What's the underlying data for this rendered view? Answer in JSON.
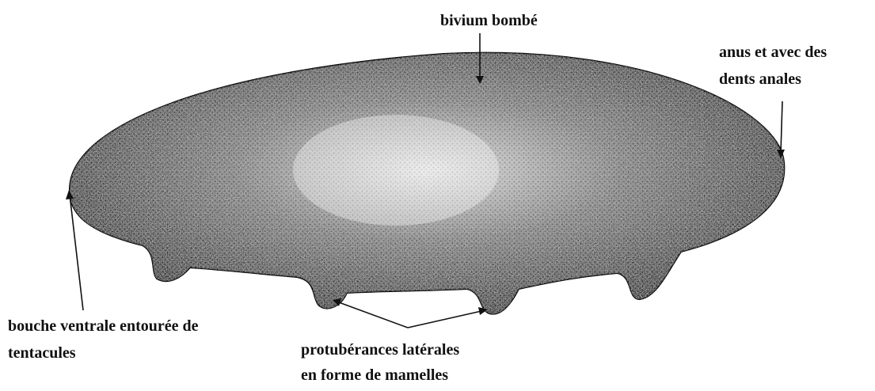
{
  "labels": {
    "bivium": "bivium bombé",
    "anus_line1": "anus et avec des",
    "anus_line2": "dents anales",
    "bouche_line1": "bouche ventrale entourée de",
    "bouche_line2": "tentacules",
    "protuberances_line1": "protubérances latérales",
    "protuberances_line2": "en forme de mamelles"
  },
  "colors": {
    "ink": "#111111",
    "body_fill": "#2b2b2b",
    "background": "#ffffff"
  }
}
